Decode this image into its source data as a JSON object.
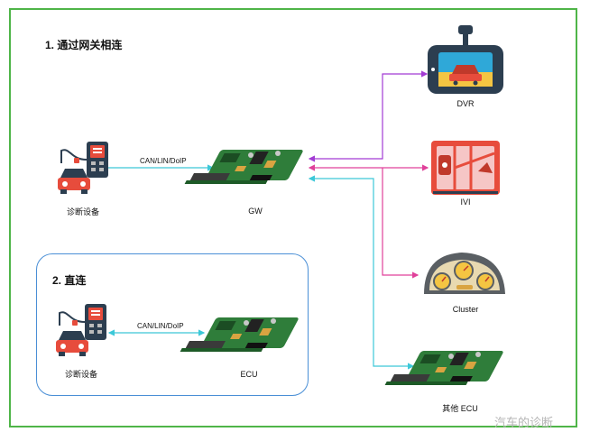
{
  "section1_title": "1. 通过网关相连",
  "section2_title": "2. 直连",
  "protocol_top": "CAN/LIN/DoIP",
  "protocol_bottom": "CAN/LIN/DoIP",
  "diag_label_top": "诊断设备",
  "diag_label_bottom": "诊断设备",
  "gw_label": "GW",
  "ecu_label": "ECU",
  "dvr_label": "DVR",
  "ivi_label": "IVI",
  "cluster_label": "Cluster",
  "other_ecu_label": "其他 ECU",
  "watermark": "汽车的诊断",
  "colors": {
    "frame": "#4fb548",
    "direct_box": "#4a8fd6",
    "link_cyan": "#3cc8d8",
    "link_purple": "#a23bd4",
    "link_magenta": "#e0409a",
    "pcb": "#2f7d3a"
  },
  "icons": [
    "diagnostic-tool-icon",
    "circuit-board-icon",
    "dashcam-icon",
    "infotainment-icon",
    "cluster-gauge-icon"
  ]
}
